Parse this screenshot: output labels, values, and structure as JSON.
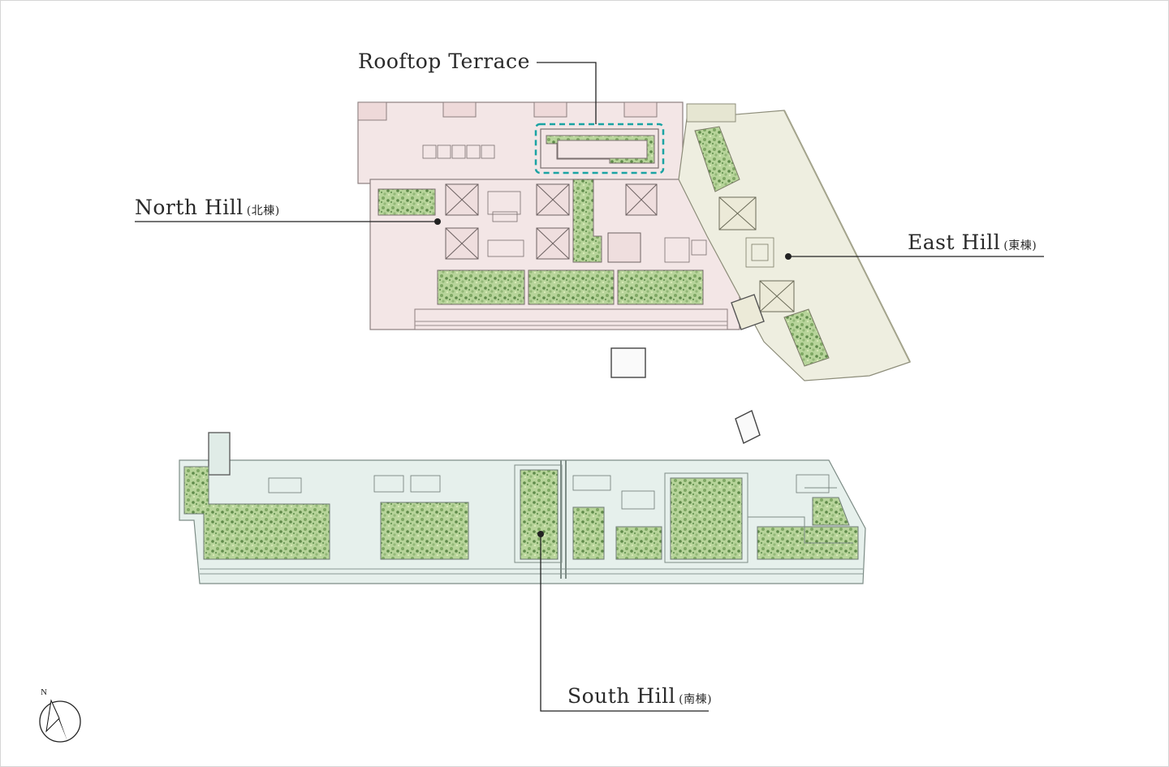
{
  "labels": {
    "rooftop": {
      "main": "Rooftop Terrace"
    },
    "north": {
      "main": "North Hill",
      "sub": "(北棟)"
    },
    "east": {
      "main": "East Hill",
      "sub": "(東棟)"
    },
    "south": {
      "main": "South Hill",
      "sub": "(南棟)"
    }
  },
  "compass": {
    "letter": "N"
  },
  "colors": {
    "north_floor": "#f3e6e6",
    "east_floor": "#eeeee0",
    "south_floor": "#e6f0ec",
    "greenery": "#a9c98a",
    "greenery_dark": "#6f9a58",
    "highlight": "#1aa3a3",
    "line": "#222222"
  }
}
